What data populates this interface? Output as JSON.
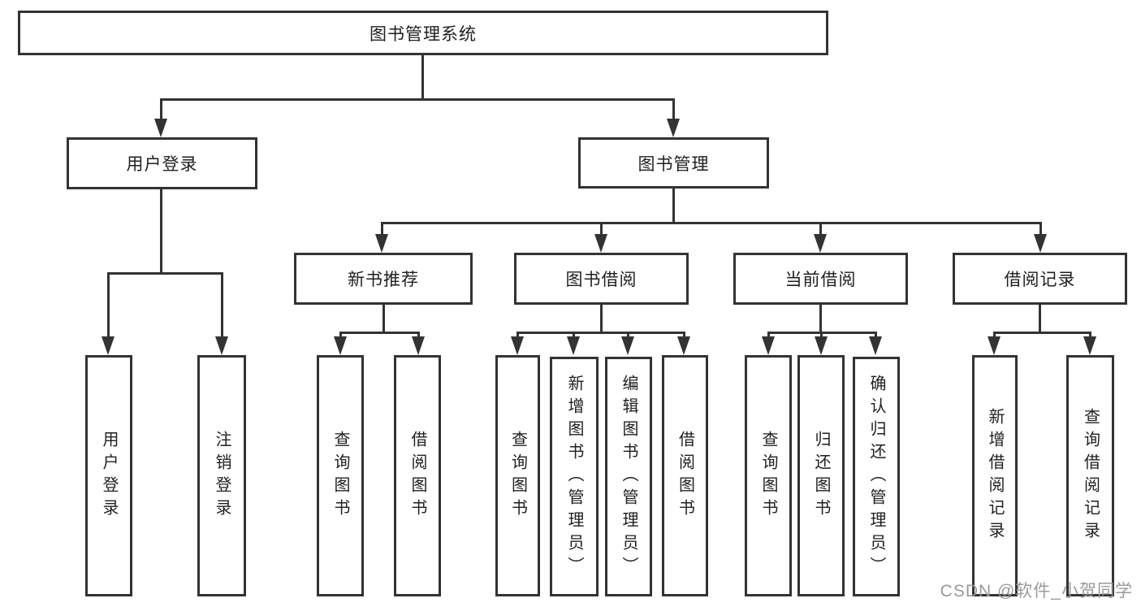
{
  "diagram": {
    "watermark": "CSDN @软件_小贺同学",
    "colors": {
      "line": "#333333",
      "text": "#1f1f1f",
      "watermark": "#9a9a9a",
      "background": "#ffffff"
    },
    "nodes": {
      "root": {
        "label": "图书管理系统"
      },
      "level2": [
        {
          "label": "用户登录"
        },
        {
          "label": "图书管理"
        }
      ],
      "level3": [
        {
          "label": "新书推荐"
        },
        {
          "label": "图书借阅"
        },
        {
          "label": "当前借阅"
        },
        {
          "label": "借阅记录"
        }
      ],
      "leaves": {
        "user_login": [
          "用户登录",
          "注销登录"
        ],
        "new_book": [
          "查询图书",
          "借阅图书"
        ],
        "book_borrow": [
          "查询图书",
          "新增图书（管理员）",
          "编辑图书（管理员）",
          "借阅图书"
        ],
        "current_borrow": [
          "查询图书",
          "归还图书",
          "确认归还（管理员）"
        ],
        "borrow_record": [
          "新增借阅记录",
          "查询借阅记录"
        ]
      }
    }
  }
}
